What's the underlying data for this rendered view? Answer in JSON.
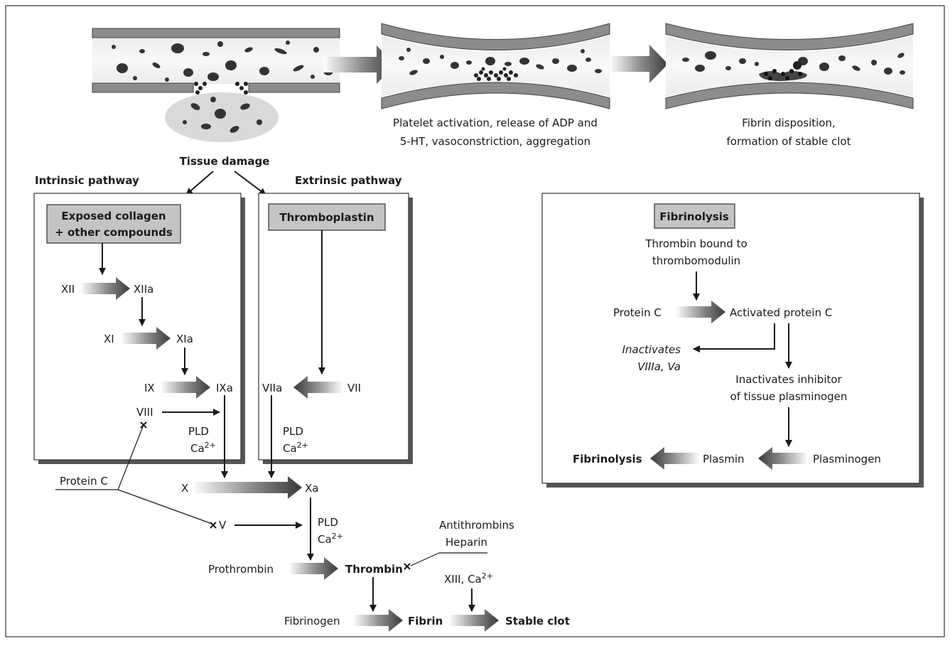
{
  "stages": {
    "stage2_line1": "Platelet activation, release of ADP and",
    "stage2_line2": "5-HT, vasoconstriction, aggregation",
    "stage3_line1": "Fibrin disposition,",
    "stage3_line2": "formation of stable clot"
  },
  "trigger": "Tissue damage",
  "intrinsic": {
    "title": "Intrinsic pathway",
    "box_line1": "Exposed collagen",
    "box_line2": "+ other compounds",
    "xii": "XII",
    "xiia": "XIIa",
    "xi": "XI",
    "xia": "XIa",
    "ix": "IX",
    "ixa": "IXa",
    "viii": "VIII",
    "pld": "PLD",
    "ca": "Ca",
    "ca_sup": "2+"
  },
  "extrinsic": {
    "title": "Extrinsic pathway",
    "box": "Thromboplastin",
    "vii": "VII",
    "viia": "VIIa",
    "pld": "PLD",
    "ca": "Ca",
    "ca_sup": "2+"
  },
  "common": {
    "protein_c": "Protein C",
    "x": "X",
    "xa": "Xa",
    "v": "V",
    "pld": "PLD",
    "ca": "Ca",
    "ca_sup": "2+",
    "antithrombins": "Antithrombins",
    "heparin": "Heparin",
    "prothrombin": "Prothrombin",
    "thrombin": "Thrombin",
    "xiii": "XIII, Ca",
    "xiii_sup": "2+",
    "fibrinogen": "Fibrinogen",
    "fibrin": "Fibrin",
    "stable_clot": "Stable clot"
  },
  "fibrinolysis": {
    "title": "Fibrinolysis",
    "thrombin_line1": "Thrombin bound to",
    "thrombin_line2": "thrombomodulin",
    "protein_c": "Protein C",
    "activated": "Activated protein C",
    "inact1_line1": "Inactivates",
    "inact1_line2": "VIIIa, Va",
    "inact2_line1": "Inactivates inhibitor",
    "inact2_line2": "of tissue plasminogen",
    "result": "Fibrinolysis",
    "plasmin": "Plasmin",
    "plasminogen": "Plasminogen"
  }
}
